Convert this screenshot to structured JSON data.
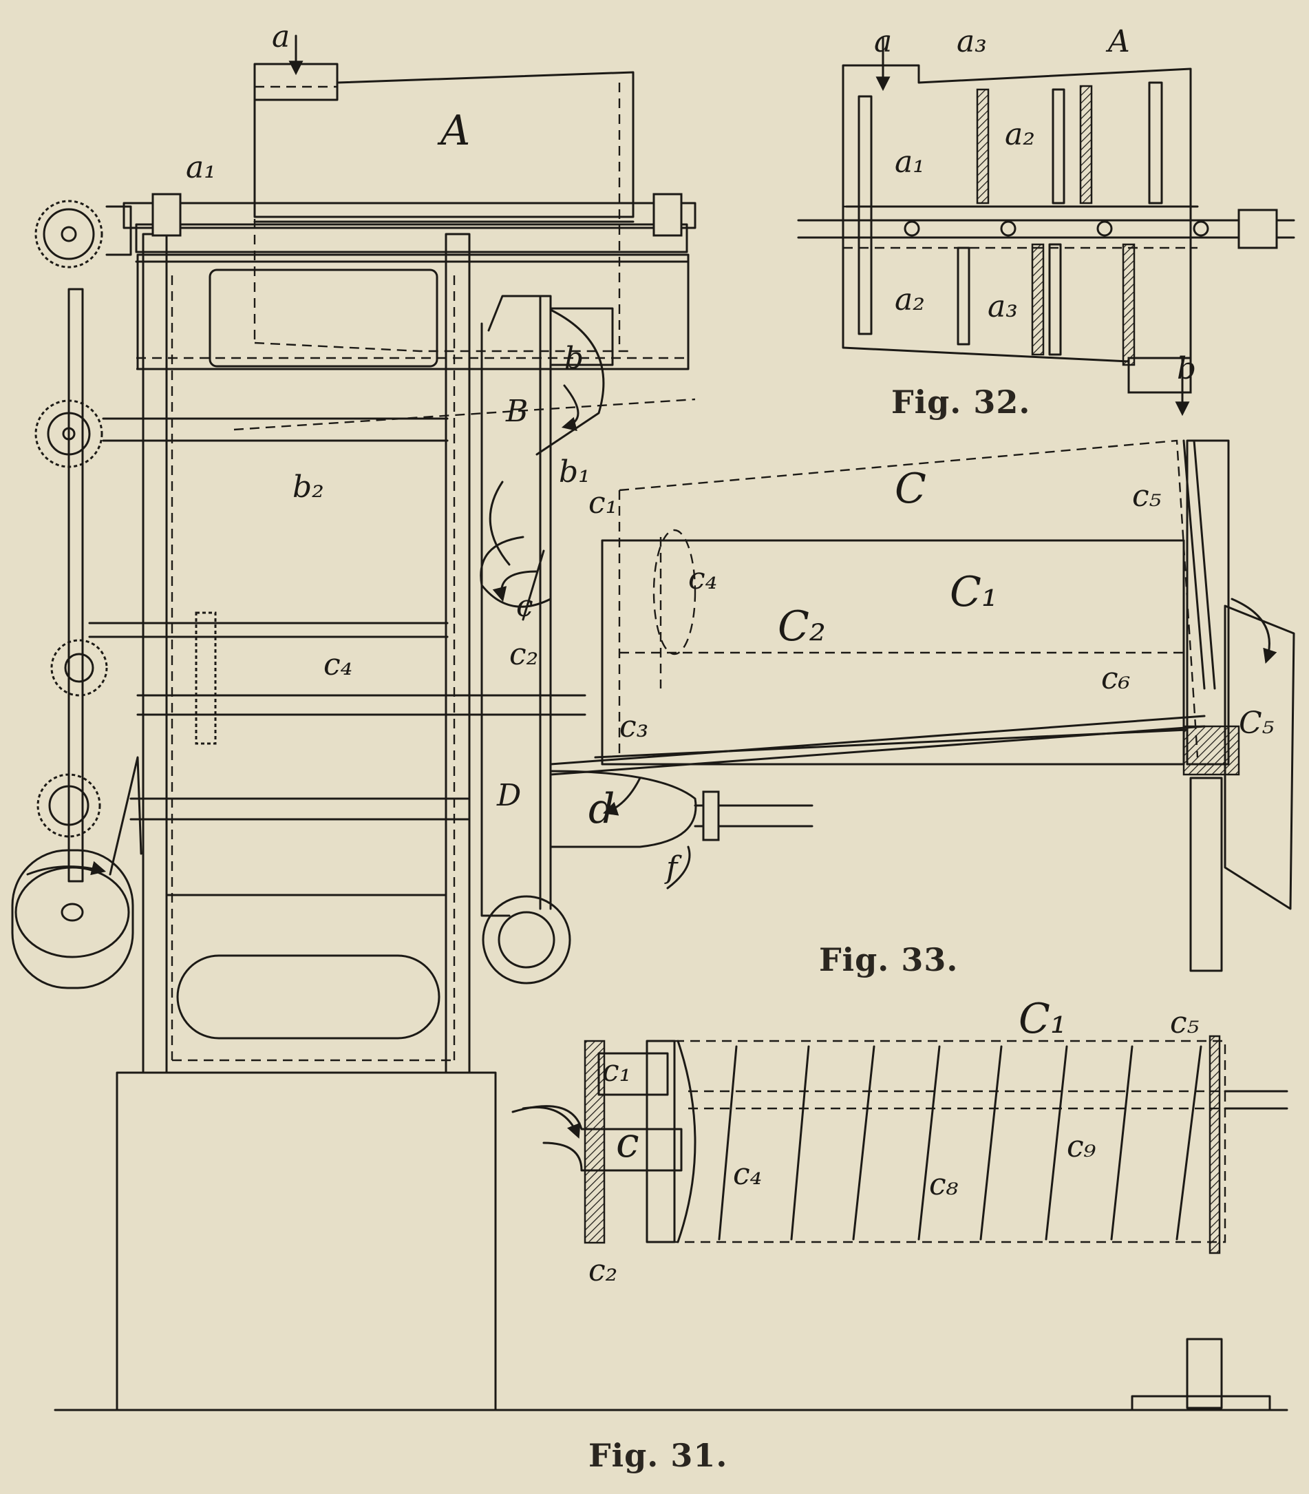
{
  "figures": {
    "fig31": {
      "caption": "Fig. 31."
    },
    "fig32": {
      "caption": "Fig. 32."
    },
    "fig33": {
      "caption": "Fig. 33."
    }
  },
  "labels": {
    "fig31": {
      "a_arrow": "a",
      "A": "A",
      "a1": "a₁",
      "b": "b",
      "B": "B",
      "b1": "b₁",
      "b2": "b₂",
      "c": "c",
      "c1": "c₁",
      "c2": "c₂",
      "c3": "c₃",
      "c4_top": "c₄",
      "c4_shaft": "c₄",
      "C": "C",
      "C1": "C₁",
      "C2": "C₂",
      "C5": "C₅",
      "c5": "c₅",
      "c6": "c₆",
      "D": "D",
      "d": "d",
      "f": "f"
    },
    "fig32": {
      "a": "a",
      "a3_top": "a₃",
      "A": "A",
      "a1": "a₁",
      "a2_top": "a₂",
      "a2_bottom": "a₂",
      "a3_bottom": "a₃",
      "b": "b"
    },
    "fig33": {
      "C1": "C₁",
      "c5": "c₅",
      "c1": "c₁",
      "c": "c",
      "c2": "c₂",
      "c4": "c₄",
      "c8": "c₈",
      "c9": "c₉"
    }
  }
}
